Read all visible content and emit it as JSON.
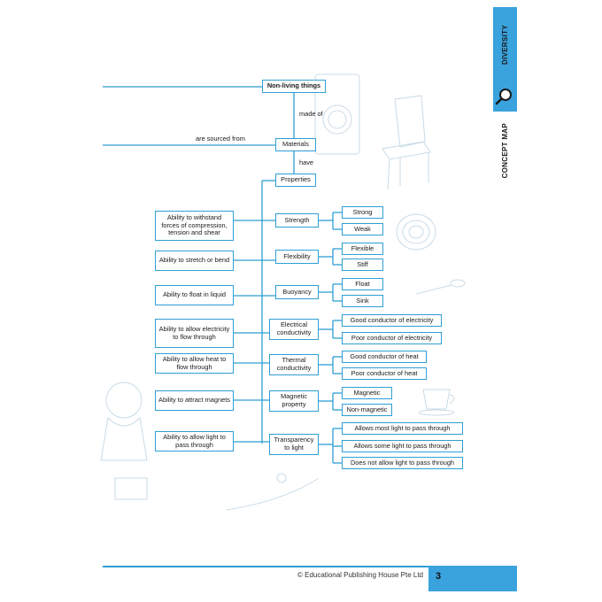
{
  "side_tab": {
    "subject": "DIVERSITY",
    "section": "CONCEPT MAP"
  },
  "map": {
    "root": "Non-living things",
    "link_made_of": "made of",
    "link_sourced_from": "are sourced from",
    "materials": "Materials",
    "link_have": "have",
    "properties": "Properties",
    "rows": [
      {
        "description": "Ability to withstand forces of compression, tension and shear",
        "property": "Strength",
        "values": [
          "Strong",
          "Weak"
        ]
      },
      {
        "description": "Ability to stretch or bend",
        "property": "Flexibility",
        "values": [
          "Flexible",
          "Stiff"
        ]
      },
      {
        "description": "Ability to float in liquid",
        "property": "Buoyancy",
        "values": [
          "Float",
          "Sink"
        ]
      },
      {
        "description": "Ability to allow electricity to flow through",
        "property": "Electrical conductivity",
        "values": [
          "Good conductor of electricity",
          "Poor conductor of electricity"
        ]
      },
      {
        "description": "Ability to allow heat to flow through",
        "property": "Thermal conductivity",
        "values": [
          "Good conductor of heat",
          "Poor conductor of heat"
        ]
      },
      {
        "description": "Ability to attract magnets",
        "property": "Magnetic property",
        "values": [
          "Magnetic",
          "Non-magnetic"
        ]
      },
      {
        "description": "Ability to allow light to pass through",
        "property": "Transparency to light",
        "values": [
          "Allows most light to pass through",
          "Allows some light to pass through",
          "Does not allow light to pass through"
        ]
      }
    ]
  },
  "footer": {
    "copyright": "© Educational Publishing House Pte Ltd",
    "page_number": "3"
  },
  "colors": {
    "accent": "#3aa3de",
    "line": "#2f9fd4"
  },
  "icons": [
    "magnifier-icon",
    "washing-machine-illustration",
    "chair-illustration",
    "hose-illustration",
    "spoon-illustration",
    "cup-illustration",
    "child-illustration"
  ]
}
